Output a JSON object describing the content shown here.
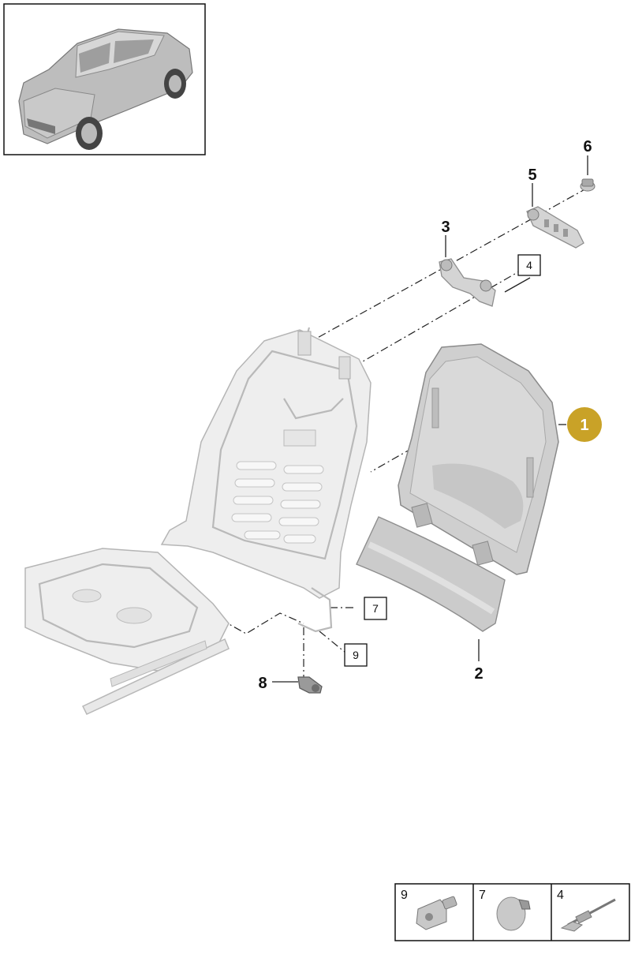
{
  "callouts": {
    "c1": "1",
    "c2": "2",
    "c3": "3",
    "c5": "5",
    "c6": "6",
    "c8": "8"
  },
  "boxed_refs": {
    "b4": "4",
    "b7": "7",
    "b9": "9"
  },
  "legend": {
    "cells": [
      {
        "label": "9",
        "icon": "screw-icon"
      },
      {
        "label": "7",
        "icon": "clip-icon"
      },
      {
        "label": "4",
        "icon": "rivet-icon"
      }
    ]
  },
  "colors": {
    "highlight": "#c9a227",
    "line": "#222222",
    "part_gray": "#d4d4d4"
  }
}
